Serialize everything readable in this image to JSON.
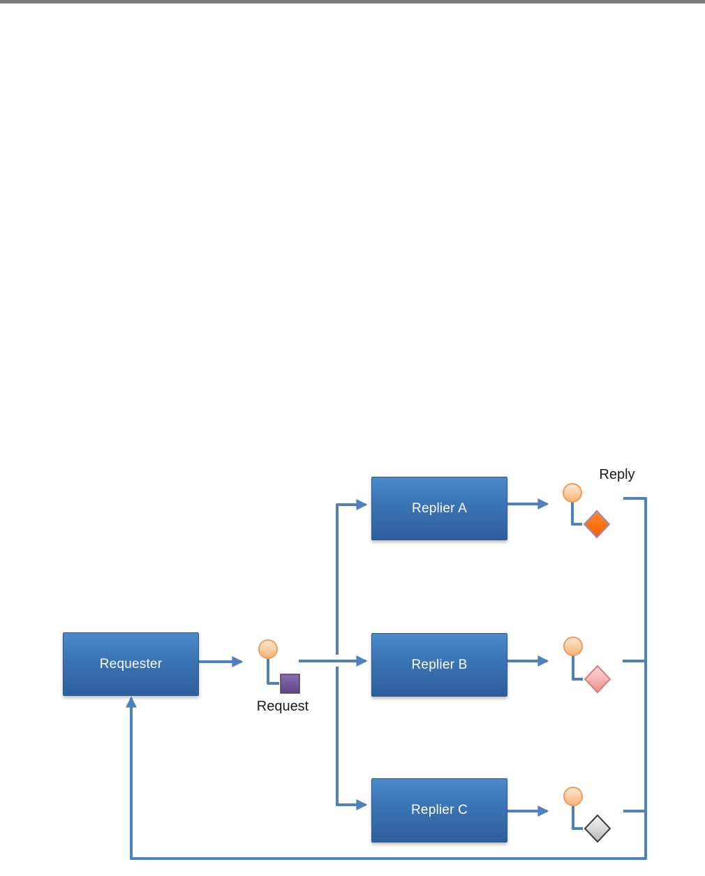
{
  "diagram": {
    "type": "request-reply-scatter-gather-flow",
    "nodes": [
      {
        "id": "requester",
        "label": "Requester"
      },
      {
        "id": "replier-a",
        "label": "Replier A"
      },
      {
        "id": "replier-b",
        "label": "Replier B"
      },
      {
        "id": "replier-c",
        "label": "Replier C"
      }
    ],
    "messages": {
      "request_label": "Request",
      "reply_label": "Reply"
    },
    "colors": {
      "node_fill_top": "#4A8ACB",
      "node_fill_bottom": "#2E5F9C",
      "node_border": "#2A5591",
      "node_text": "#FFFFFF",
      "connector": "#4E81BD",
      "top_bar": "#7C7C7C",
      "message_circle_fill": "#FBC89B",
      "message_circle_border": "#EC9C5C",
      "request_square_fill": "#6F519B",
      "reply_diamond_a_fill": "#FA6A00",
      "reply_diamond_a_border": "#988CC5",
      "reply_diamond_b_fill": "#F3A3A1",
      "reply_diamond_b_border": "#D67F7E",
      "reply_diamond_c_fill": "#D4D4D4",
      "reply_diamond_c_border": "#3E3E3E"
    }
  }
}
